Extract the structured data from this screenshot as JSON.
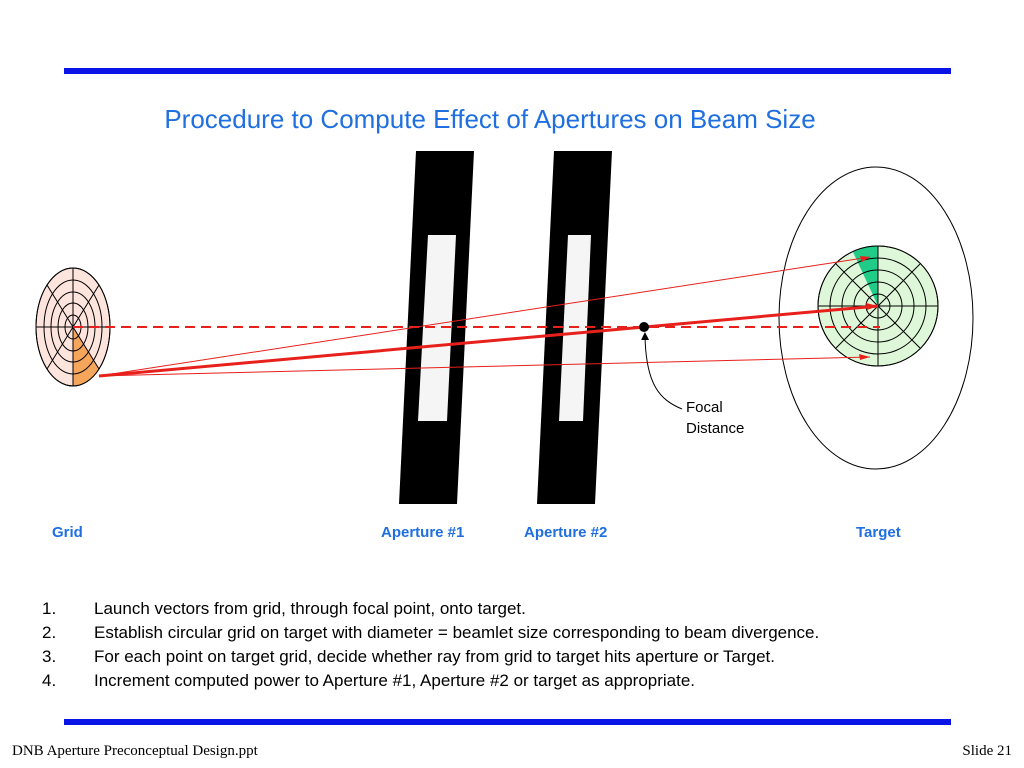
{
  "title": "Procedure to Compute Effect of Apertures on Beam Size",
  "labels": {
    "grid": "Grid",
    "aperture1": "Aperture #1",
    "aperture2": "Aperture #2",
    "target": "Target"
  },
  "focal_label": [
    "Focal",
    "Distance"
  ],
  "steps": [
    {
      "num": "1.",
      "text": "Launch vectors from grid, through focal point, onto target."
    },
    {
      "num": "2.",
      "text": "Establish circular grid on target with diameter = beamlet size corresponding to beam divergence."
    },
    {
      "num": "3.",
      "text": "For each point on target grid, decide whether ray from grid to target hits aperture or Target."
    },
    {
      "num": "4.",
      "text": "Increment computed power to Aperture #1, Aperture #2 or target as appropriate."
    }
  ],
  "footer": {
    "left": "DNB Aperture Preconceptual Design.ppt",
    "right": "Slide 21"
  },
  "colors": {
    "rule": "#0a14e6",
    "title": "#1f6fe0",
    "ray": "#e8201c",
    "grid_fill": "#fde4dc",
    "grid_highlight": "#f5a65b",
    "target_fill": "#dff7d9",
    "target_highlight": "#21cc88"
  }
}
